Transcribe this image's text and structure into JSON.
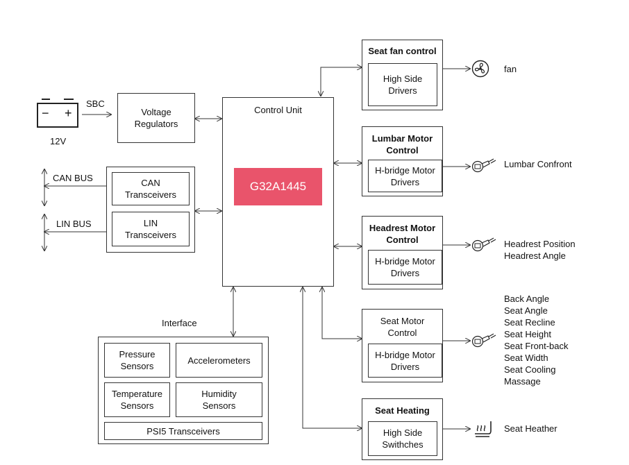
{
  "battery": {
    "label": "12V",
    "minus": "−",
    "plus": "+"
  },
  "sbc_label": "SBC",
  "voltage_regulators": "Voltage\nRegulators",
  "can_bus_label": "CAN BUS",
  "lin_bus_label": "LIN BUS",
  "can_transceivers": "CAN\nTransceivers",
  "lin_transceivers": "LIN\nTransceivers",
  "control_unit": {
    "title": "Control Unit",
    "chip": "G32A1445"
  },
  "interface": {
    "title": "Interface",
    "pressure": "Pressure\nSensors",
    "accelerometers": "Accelerometers",
    "temperature": "Temperature\nSensors",
    "humidity": "Humidity\nSensors",
    "psi5": "PSI5 Transceivers"
  },
  "blocks": {
    "fan": {
      "title": "Seat fan control",
      "inner": "High Side\nDrivers",
      "output": "fan"
    },
    "lumbar": {
      "title": "Lumbar Motor\nControl",
      "inner": "H-bridge Motor\nDrivers",
      "output": "Lumbar Confront"
    },
    "headrest": {
      "title": "Headrest Motor\nControl",
      "inner": "H-bridge Motor\nDrivers",
      "output": "Headrest Position\nHeadrest Angle"
    },
    "seat_motor": {
      "title": "Seat Motor\nControl",
      "inner": "H-bridge Motor\nDrivers",
      "output": "Back Angle\nSeat Angle\nSeat Recline\nSeat Height\nSeat Front-back\nSeat Width\nSeat Cooling\nMassage"
    },
    "heating": {
      "title": "Seat Heating",
      "inner": "High Side\nSwithches",
      "output": "Seat Heather"
    }
  },
  "colors": {
    "chip": "#e9546b",
    "line": "#333333"
  },
  "icons": {
    "fan": "fan-icon",
    "motor": "motor-icon",
    "heater": "seat-heater-icon",
    "battery": "battery-icon"
  }
}
